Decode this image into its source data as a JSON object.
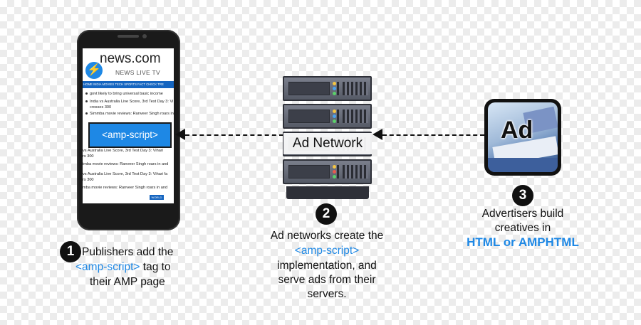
{
  "phone": {
    "site_name": "news.com",
    "site_menu": "NEWS    LIVE TV",
    "nav_items": "HOME  INDIA  MOVIES  TECH  SPORTS  FACT CHECK  TRE",
    "headlines": [
      "govt likely to bring universal basic income",
      "India vs Australia Live Score, 3rd Test Day 3: Vi",
      "crosses 300",
      "Simmba movie reviews: Ranveer Singh roars in"
    ],
    "faded_lines": [
      "vs Australia Live Score, 3rd Test Day 3: Vihari",
      "rs 300",
      "imba movie reviews: Ranveer Singh roars in and",
      "vs Australia Live Score, 3rd Test Day 3: Vihari fa",
      "rs 300",
      "mba movie reviews: Ranveer Singh roars in and"
    ],
    "ad_slot_label": "<amp-script>",
    "world_tag": "WORLD"
  },
  "server": {
    "label": "Ad Network"
  },
  "creative": {
    "label": "Ad"
  },
  "steps": [
    {
      "number": "1",
      "line1": "Publishers add the",
      "code": "<amp-script>",
      "line2_after": "tag to",
      "line3": "their AMP page"
    },
    {
      "number": "2",
      "line1": "Ad networks create the",
      "code": "<amp-script>",
      "line3": "implementation, and",
      "line4": "serve ads from their",
      "line5": "servers."
    },
    {
      "number": "3",
      "line1": "Advertisers build",
      "line2": "creatives in",
      "highlight": "HTML or AMPHTML"
    }
  ],
  "colors": {
    "accent": "#1e88e5",
    "nav": "#1565c0",
    "badge": "#111111"
  }
}
